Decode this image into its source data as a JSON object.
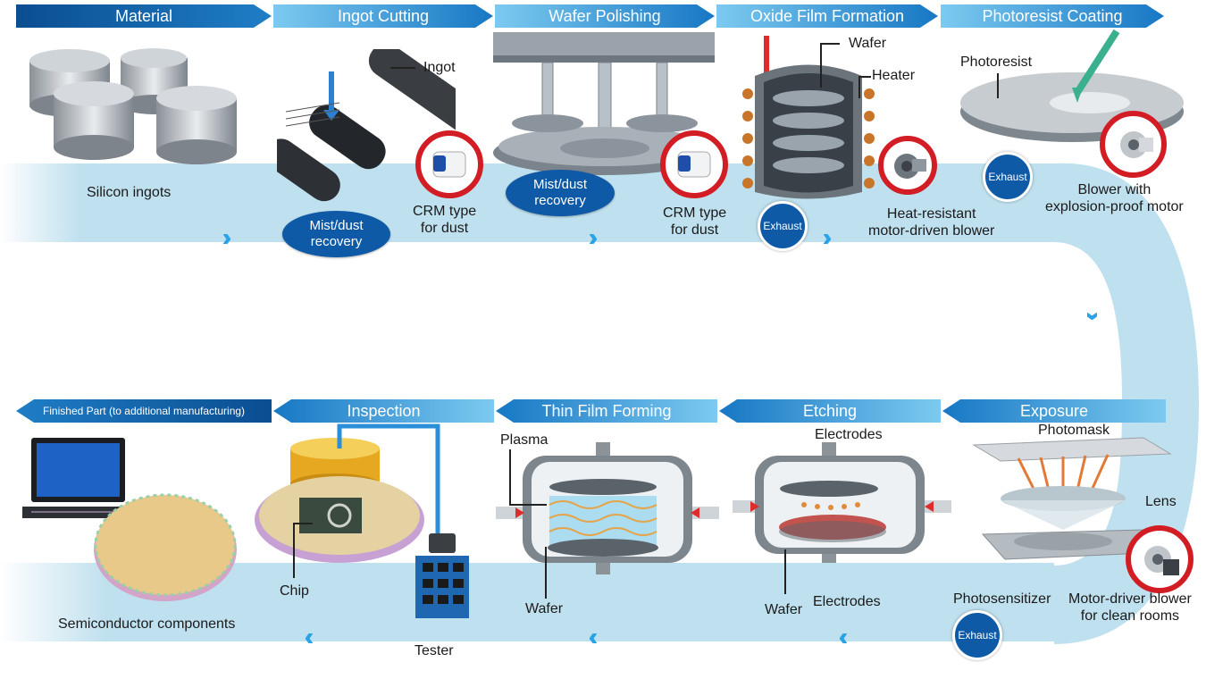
{
  "steps": {
    "material": "Material",
    "ingot_cutting": "Ingot Cutting",
    "wafer_polishing": "Wafer Polishing",
    "oxide_film": "Oxide Film Formation",
    "photoresist_coating": "Photoresist Coating",
    "exposure": "Exposure",
    "etching": "Etching",
    "thin_film": "Thin Film Forming",
    "inspection": "Inspection",
    "finished": "Finished Part  (to additional manufacturing)"
  },
  "labels": {
    "silicon_ingots": "Silicon ingots",
    "ingot": "Ingot",
    "crm_1": "CRM type\nfor dust",
    "mist_1": "Mist/dust\nrecovery",
    "mist_2": "Mist/dust\nrecovery",
    "crm_2": "CRM type\nfor dust",
    "wafer_oxide": "Wafer",
    "heater": "Heater",
    "heat_blower": "Heat-resistant\nmotor-driven blower",
    "photoresist": "Photoresist",
    "blower_explosion": "Blower with\nexplosion-proof motor",
    "photomask": "Photomask",
    "lens": "Lens",
    "photosensitizer": "Photosensitizer",
    "motor_clean": "Motor-driver blower\nfor clean rooms",
    "electrodes_top": "Electrodes",
    "electrodes_bottom": "Electrodes",
    "wafer_etch": "Wafer",
    "plasma": "Plasma",
    "wafer_thin": "Wafer",
    "chip": "Chip",
    "tester": "Tester",
    "semiconductor": "Semiconductor components"
  },
  "exhaust": [
    "Exhaust",
    "Exhaust",
    "Exhaust"
  ],
  "colors": {
    "header_dark": "#0b4d91",
    "header_light": "#7ccaf0",
    "band": "#bfe0ee",
    "oval": "#0f5aa7",
    "ring": "#d21d24"
  }
}
